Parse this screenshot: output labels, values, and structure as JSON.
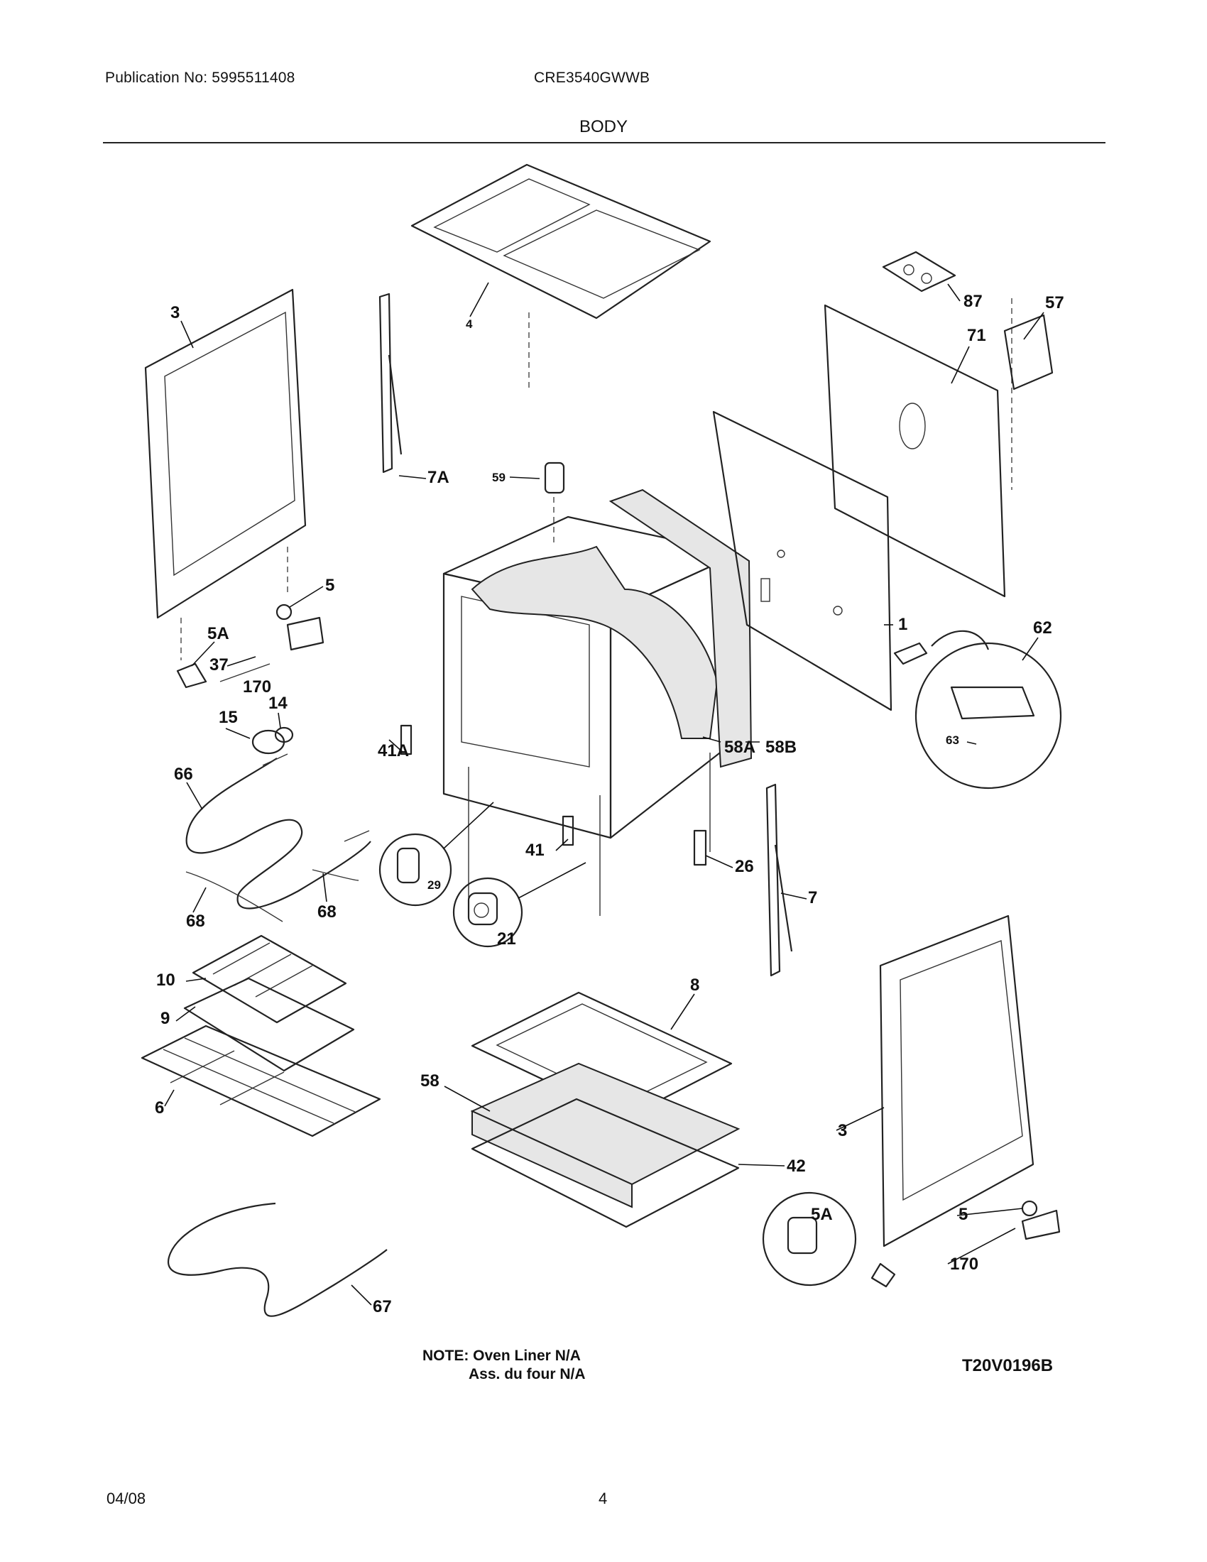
{
  "header": {
    "publication": "Publication No: 5995511408",
    "model": "CRE3540GWWB",
    "title": "BODY"
  },
  "labels": [
    "1",
    "3",
    "3",
    "4",
    "5",
    "5",
    "5A",
    "5A",
    "6",
    "7",
    "7A",
    "8",
    "9",
    "10",
    "14",
    "15",
    "21",
    "26",
    "29",
    "37",
    "41",
    "41A",
    "42",
    "57",
    "58",
    "58A",
    "58B",
    "59",
    "62",
    "63",
    "66",
    "67",
    "68",
    "68",
    "71",
    "87",
    "170",
    "170"
  ],
  "notes": {
    "line1": "NOTE: Oven Liner N/A",
    "line2": "Ass. du four N/A",
    "code": "T20V0196B"
  },
  "footer": {
    "date": "04/08",
    "page": "4"
  }
}
